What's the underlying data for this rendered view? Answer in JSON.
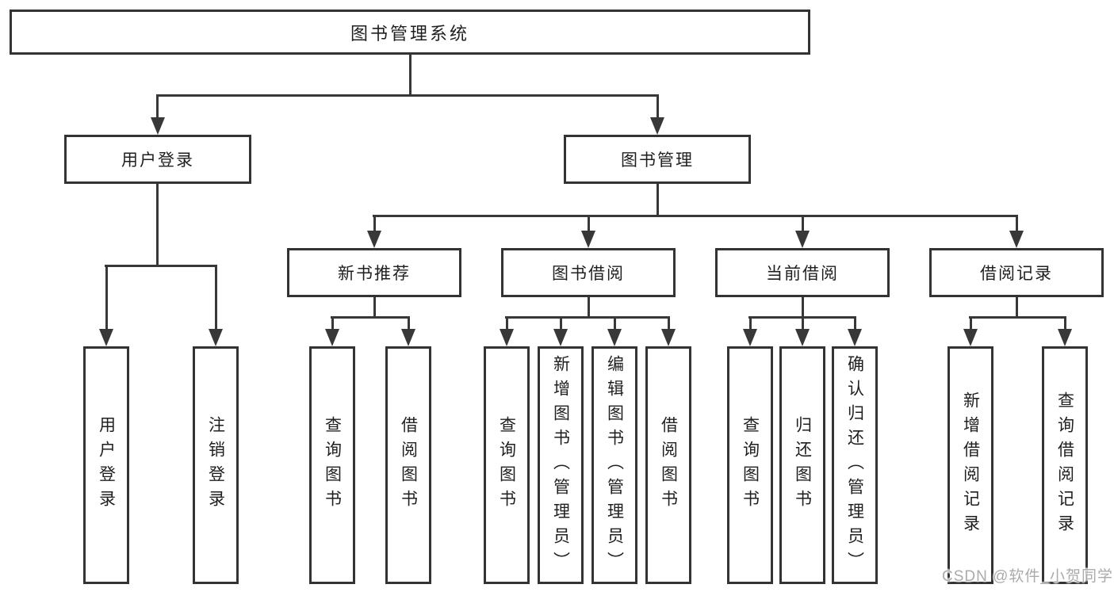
{
  "tree": {
    "label": "图书管理系统",
    "children": [
      {
        "label": "用户登录",
        "children": [
          {
            "label": "用户登录"
          },
          {
            "label": "注销登录"
          }
        ]
      },
      {
        "label": "图书管理",
        "children": [
          {
            "label": "新书推荐",
            "children": [
              {
                "label": "查询图书"
              },
              {
                "label": "借阅图书"
              }
            ]
          },
          {
            "label": "图书借阅",
            "children": [
              {
                "label": "查询图书"
              },
              {
                "label": "新增图书（管理员）"
              },
              {
                "label": "编辑图书（管理员）"
              },
              {
                "label": "借阅图书"
              }
            ]
          },
          {
            "label": "当前借阅",
            "children": [
              {
                "label": "查询图书"
              },
              {
                "label": "归还图书"
              },
              {
                "label": "确认归还（管理员）"
              }
            ]
          },
          {
            "label": "借阅记录",
            "children": [
              {
                "label": "新增借阅记录"
              },
              {
                "label": "查询借阅记录"
              }
            ]
          }
        ]
      }
    ]
  },
  "watermark": {
    "text": "CSDN @软件_小贺同学"
  },
  "colors": {
    "line": "#383838",
    "box_border": "#333333",
    "box_fill": "#ffffff",
    "text": "#1f1f1f",
    "watermark": "#ababab",
    "background": "#ffffff"
  }
}
